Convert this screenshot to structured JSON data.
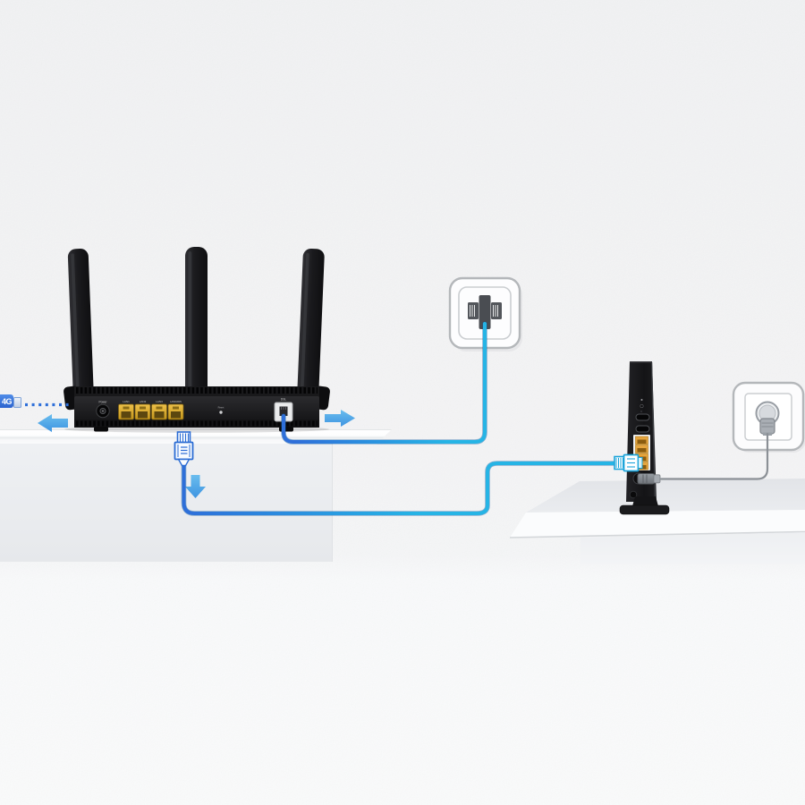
{
  "scene": {
    "type": "modem-router setup connection diagram",
    "background_color": "#f5f6f7"
  },
  "dongle": {
    "label": "4G",
    "color": "#2f6fd9",
    "style": "usb-dongle"
  },
  "dotted_link": {
    "style": "dotted",
    "color": "#2e6fd9",
    "from": "4g-usb-dongle",
    "to": "router"
  },
  "arrows": {
    "color": "#55a9e8",
    "items": [
      "left",
      "down",
      "right"
    ]
  },
  "router": {
    "antennas": 3,
    "ports": {
      "power_label": "Power",
      "lan_labels": [
        "LAN1",
        "LAN2",
        "LAN3",
        "LAN4/WAN"
      ],
      "reset_label": "Reset",
      "dsl_label": "DSL",
      "lan_color": "#d9a92c"
    }
  },
  "wall_phone_socket": {
    "icon": "phone-line-connector",
    "plate_color": "#fdfdfe"
  },
  "modem": {
    "ethernet_ports": 4,
    "port_color": "#e5a53e",
    "usb_slots": 2
  },
  "power_outlet": {
    "icon": "power-plug",
    "plate_color": "#fcfcfd"
  },
  "cables": {
    "dsl": {
      "from": "router DSL port",
      "to": "wall phone socket",
      "color_near_router": "#2e6fd9",
      "color_far": "#26b4e5"
    },
    "ethernet": {
      "from": "unplugged RJ45 connector below shelf",
      "to": "modem LAN port 4",
      "color_near_router": "#2e6fd9",
      "color_far": "#26b4e5"
    },
    "power": {
      "from": "modem power port",
      "to": "wall power outlet",
      "color": "#8b9096"
    }
  }
}
